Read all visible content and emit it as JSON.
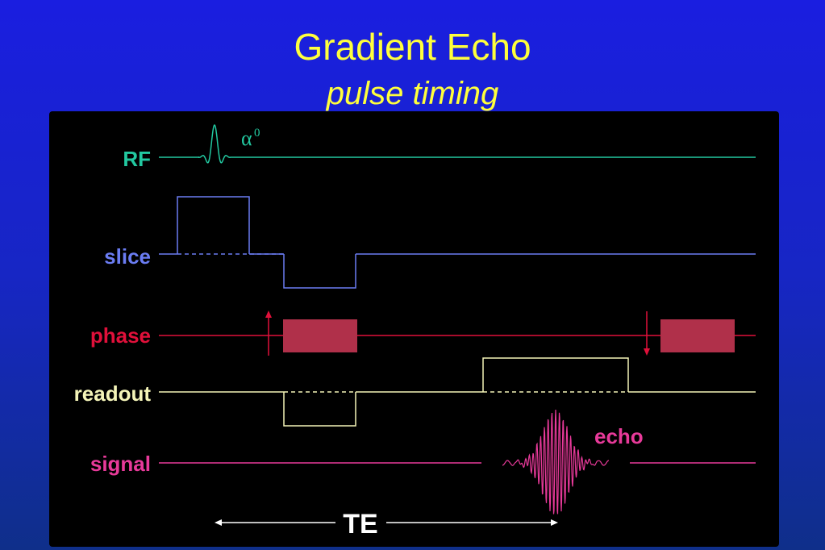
{
  "title": "Gradient Echo",
  "subtitle": "pulse timing",
  "rows": {
    "rf": {
      "label": "RF",
      "color": "#22c8a0"
    },
    "slice": {
      "label": "slice",
      "color": "#6a7cf2"
    },
    "phase": {
      "label": "phase",
      "color": "#e0103a"
    },
    "readout": {
      "label": "readout",
      "color": "#f4f4b8"
    },
    "signal": {
      "label": "signal",
      "color": "#e83a9a"
    }
  },
  "annotations": {
    "flip_angle_symbol": "α",
    "flip_angle_superscript": "0",
    "echo": "echo",
    "te": "TE"
  },
  "colors": {
    "title": "#ffff3c",
    "phase_block": "#b0304a",
    "echo_label": "#e83a9a",
    "te": "#ffffff"
  }
}
